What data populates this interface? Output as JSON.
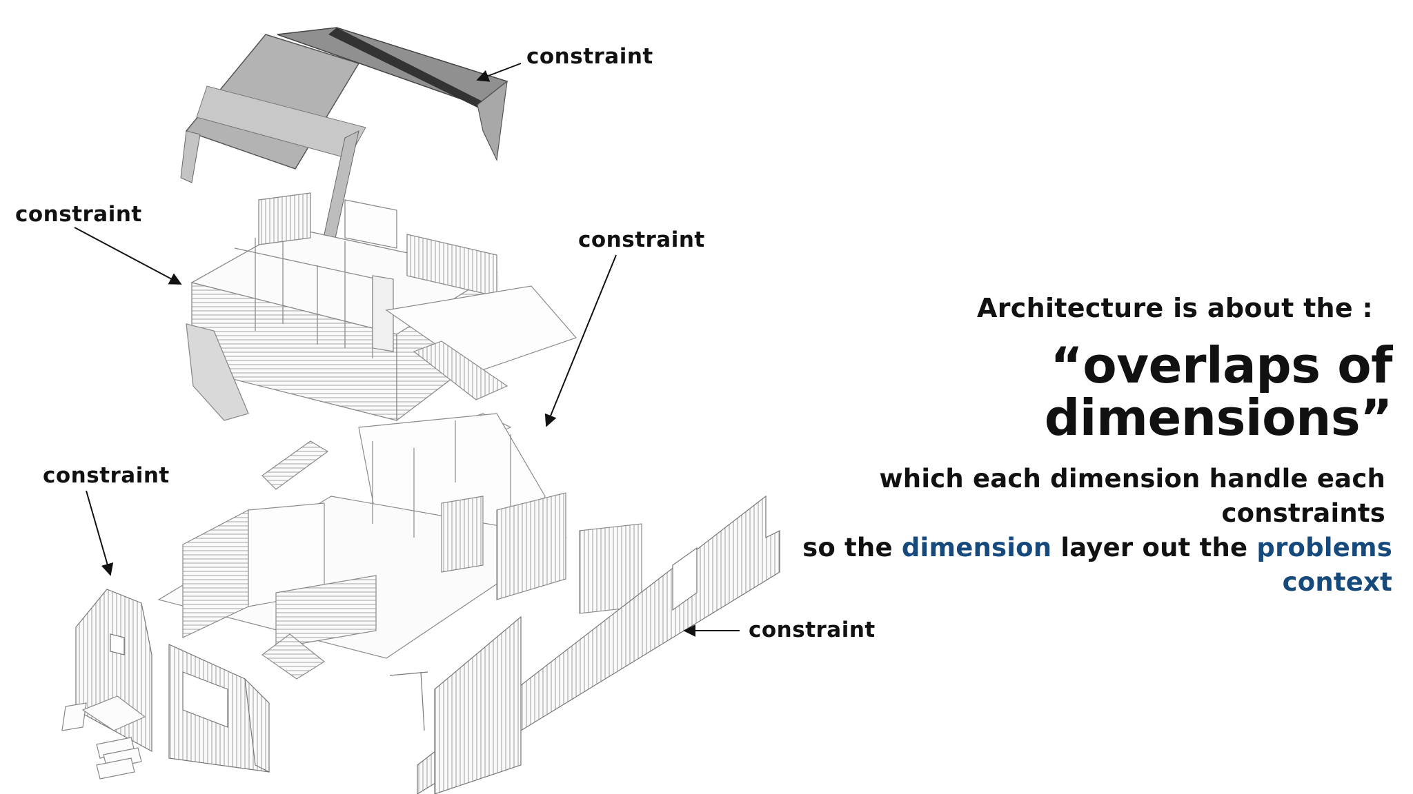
{
  "annotations": {
    "roof_label": "constraint",
    "upper_floor_label": "constraint",
    "middle_label": "constraint",
    "lower_left_label": "constraint",
    "wall_label": "constraint"
  },
  "statement": {
    "intro": "Architecture is about the :",
    "headline": "“overlaps of dimensions”",
    "line1": "which each dimension handle each constraints",
    "line2_prefix": "so the",
    "line2_highlight1": "dimension",
    "line2_middle": "layer out the",
    "line2_highlight2": "problems context"
  },
  "colors": {
    "highlight": "#174a7c",
    "text": "#111111",
    "line": "#9a9a9a"
  }
}
